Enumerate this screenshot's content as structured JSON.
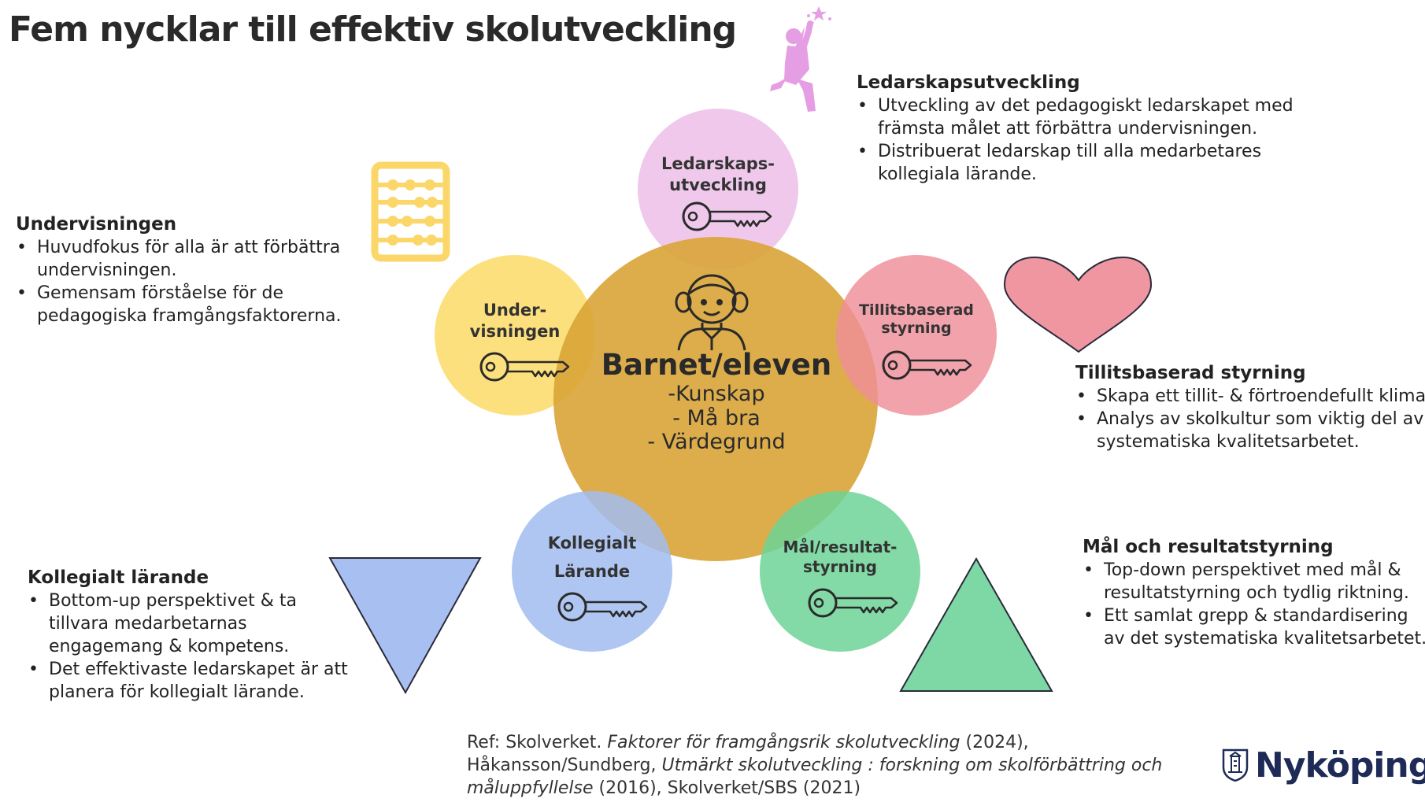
{
  "title": "Fem nycklar till effektiv skolutveckling",
  "center": {
    "title": "Barnet/eleven",
    "lines": [
      "-Kunskap",
      "- Må bra",
      "- Värdegrund"
    ]
  },
  "circles": {
    "ledarskap": {
      "line1": "Ledarskaps-",
      "line2": "utveckling",
      "color": "#ebbde6"
    },
    "undervisning": {
      "line1": "Under-",
      "line2": "visningen",
      "color": "#fde07e"
    },
    "tillit": {
      "line1": "Tillitsbaserad",
      "line2": "styrning",
      "color": "#ef97a0"
    },
    "kollegialt": {
      "line1": "Kollegialt",
      "line2": "Lärande",
      "color": "#a7bff0"
    },
    "mal": {
      "line1": "Mål/resultat-",
      "line2": "styrning",
      "color": "#7ed6a0"
    }
  },
  "sections": {
    "ledarskap": {
      "heading": "Ledarskapsutveckling",
      "bullets": [
        [
          "Utveckling av det pedagogiskt ledarskapet med",
          "främsta målet att förbättra undervisningen."
        ],
        [
          "Distribuerat ledarskap till alla medarbetares",
          "kollegiala lärande."
        ]
      ]
    },
    "undervisning": {
      "heading": "Undervisningen",
      "bullets": [
        [
          "Huvudfokus för alla är att förbättra",
          "undervisningen."
        ],
        [
          "Gemensam förståelse för de",
          "pedagogiska framgångsfaktorerna."
        ]
      ]
    },
    "tillit": {
      "heading": "Tillitsbaserad styrning",
      "bullets": [
        [
          "Skapa ett tillit- & förtroendefullt klimat"
        ],
        [
          "Analys av skolkultur som viktig del av",
          "systematiska kvalitetsarbetet."
        ]
      ]
    },
    "mal": {
      "heading": "Mål och resultatstyrning",
      "bullets": [
        [
          "Top-down perspektivet med mål &",
          "resultatstyrning och tydlig riktning."
        ],
        [
          "Ett samlat grepp & standardisering",
          "av det systematiska kvalitetsarbetet."
        ]
      ]
    },
    "kollegialt": {
      "heading": "Kollegialt lärande",
      "bullets": [
        [
          "Bottom-up perspektivet  & ta",
          "tillvara medarbetarnas",
          "engagemang & kompetens."
        ],
        [
          "Det effektivaste ledarskapet är att",
          "planera för kollegialt lärande."
        ]
      ]
    }
  },
  "reference": {
    "prefix": "Ref: Skolverket.  ",
    "title1": "Faktorer för framgångsrik skolutveckling",
    "after1": " (2024),",
    "line2_prefix": "Håkansson/Sundberg, ",
    "title2a": "Utmärkt skolutveckling : forskning om skolförbättring och",
    "title2b": "måluppfyllelse",
    "after2": " (2016), Skolverket/SBS (2021)"
  },
  "brand": {
    "name": "Nyköping"
  },
  "icons": [
    "key-icon",
    "girl-icon",
    "abacus-icon",
    "heart-icon",
    "jumping-person-icon",
    "star-icon",
    "triangle-up-icon",
    "triangle-down-icon",
    "coat-of-arms-icon"
  ],
  "colors": {
    "center": "#dba943",
    "heart": "#ef96a1",
    "triangle_down": "#a8c0f1",
    "triangle_up": "#7dd8a6",
    "abacus": "#fbd76a",
    "person": "#e59ee3",
    "brand": "#1e2b57"
  }
}
